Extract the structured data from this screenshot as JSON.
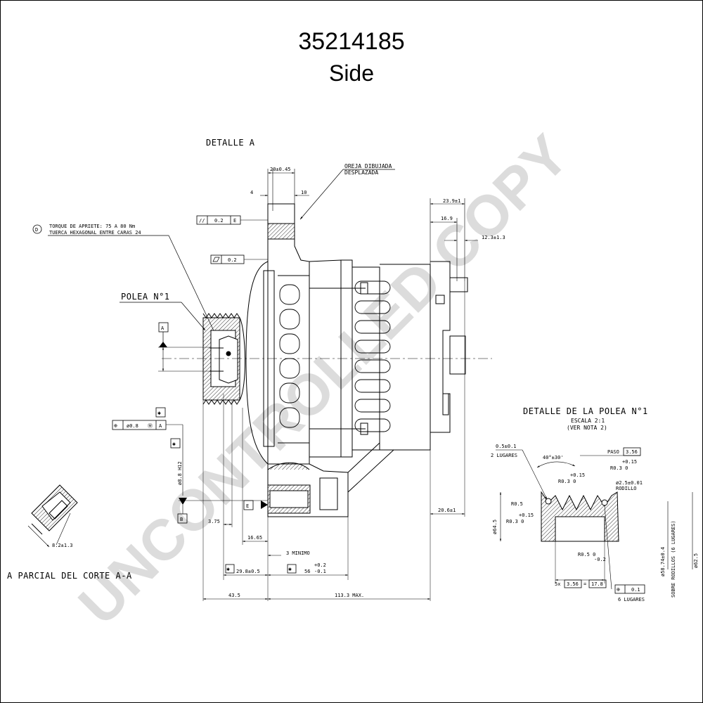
{
  "header": {
    "part_number": "35214185",
    "view": "Side"
  },
  "watermark": "UNCONTROLLED COPY",
  "labels": {
    "detalle_a": "DETALLE A",
    "polea": "POLEA N°1",
    "parcial": "A PARCIAL DEL CORTE A-A",
    "detalle_polea": "DETALLE DE LA POLEA N°1",
    "escala": "ESCALA 2:1",
    "ver_nota": "(VER NOTA 2)",
    "oreja_1": "OREJA DIBUJADA",
    "oreja_2": "DESPLAZADA",
    "torque_1": "TORQUE DE APRIETE: 75 A 80 Nm",
    "torque_2": "TUERCA HEXAGONAL ENTRE CARAS 24",
    "note_d": "D",
    "dos_lugares": "2 LUGARES",
    "seis_lugares": "6 LUGARES",
    "rodillo": "RODILLO",
    "paso": "PASO",
    "sobre_rodillos": "SOBRE RODILLOS (6 LUGARES)",
    "datum_a": "A",
    "datum_b": "B",
    "datum_e": "E",
    "star": "✱",
    "pos_sym": "⊕",
    "m_sym": "Ⓜ"
  },
  "dims": {
    "d20": "20±0.45",
    "d4": "4",
    "d10": "10",
    "d239": "23.9±1",
    "d169": "16.9",
    "d123": "12.3±1.3",
    "d02a": "0.2",
    "d02b": "0.2",
    "d375": "3.75",
    "d1665": "16.65",
    "d3min": "3 MINIMO",
    "d298": "29.8±0.5",
    "d56": "56",
    "d56p": "+0.2",
    "d56m": "-0.1",
    "d435": "43.5",
    "d1133": "113.3 MAX.",
    "d206": "20.6±1",
    "d88h12": "ø8.8 H12",
    "pos08": "ø0.8",
    "d82": "8.2±1.3",
    "d05": "0.5±0.1",
    "d40": "40°±30'",
    "d356": "3.56",
    "d015a": "+0.15",
    "d03a": "R0.3  0",
    "d015b": "+0.15",
    "d03b": "R0.3  0",
    "d015c": "+0.15",
    "d03c": "R0.3  0",
    "d25": "ø2.5±0.01",
    "r05": "R0.5",
    "r05b": "R0.5  0",
    "r05bm": "-0.2",
    "d645": "ø64.5",
    "d5874": "ø58.74±0.4",
    "d625": "ø62.5",
    "d6x": "5x",
    "d356b": "3.56",
    "d178": "17.8",
    "d01": "0.1"
  }
}
